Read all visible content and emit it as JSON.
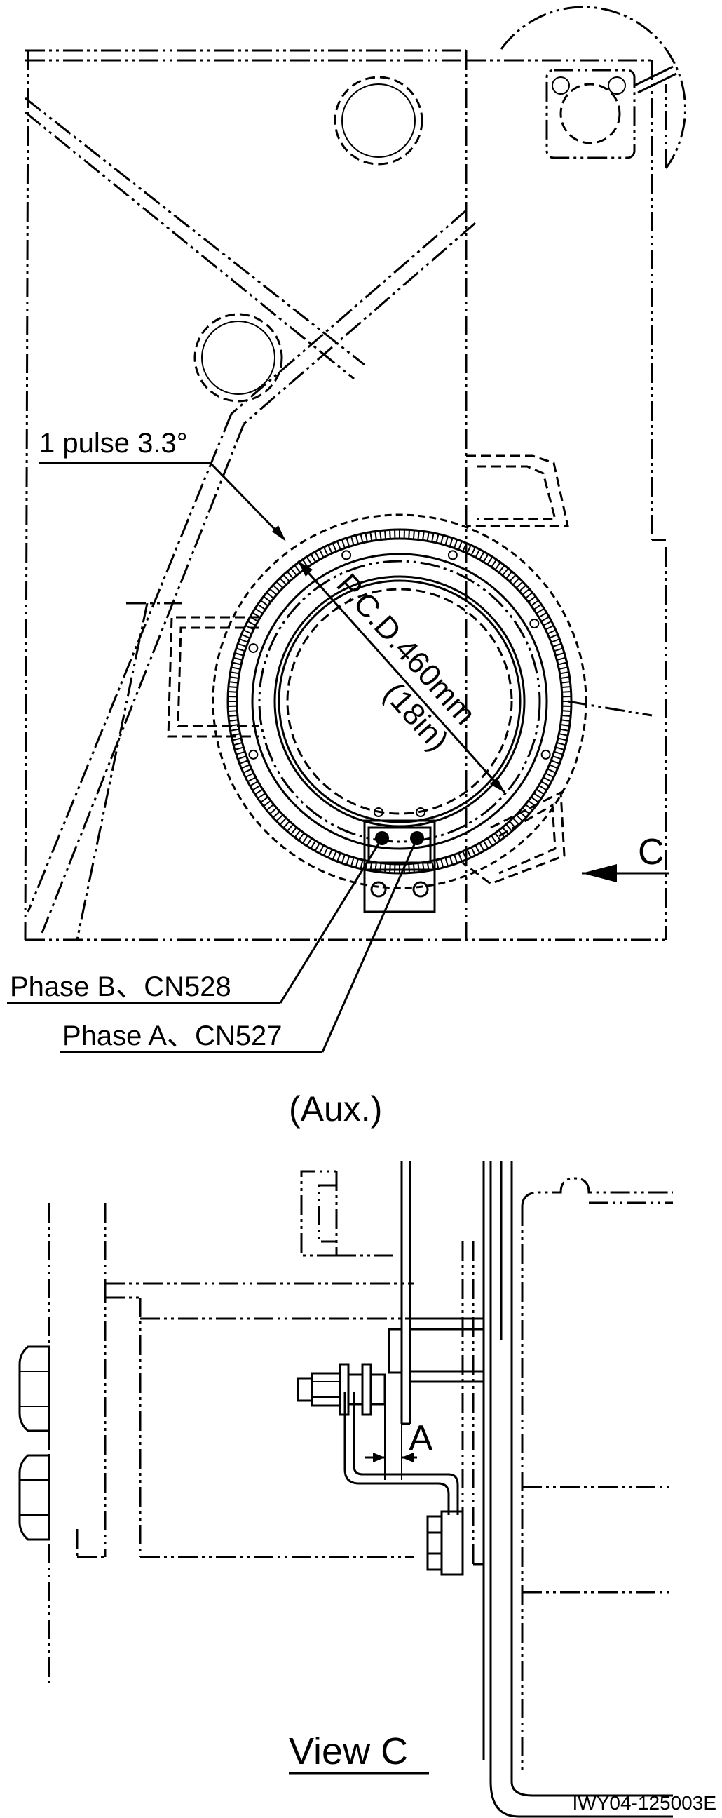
{
  "top_view": {
    "pulse_label": "1 pulse 3.3°",
    "pcd_label": "P.C.D.460mm",
    "pcd_inch_label": "(18in)",
    "phase_b_label": "Phase B、CN528",
    "phase_a_label": "Phase A、CN527",
    "arrow_label": "C",
    "caption": "(Aux.)"
  },
  "side_view": {
    "gap_label": "A",
    "caption": "View C"
  },
  "figure_id": "IWY04-125003E"
}
